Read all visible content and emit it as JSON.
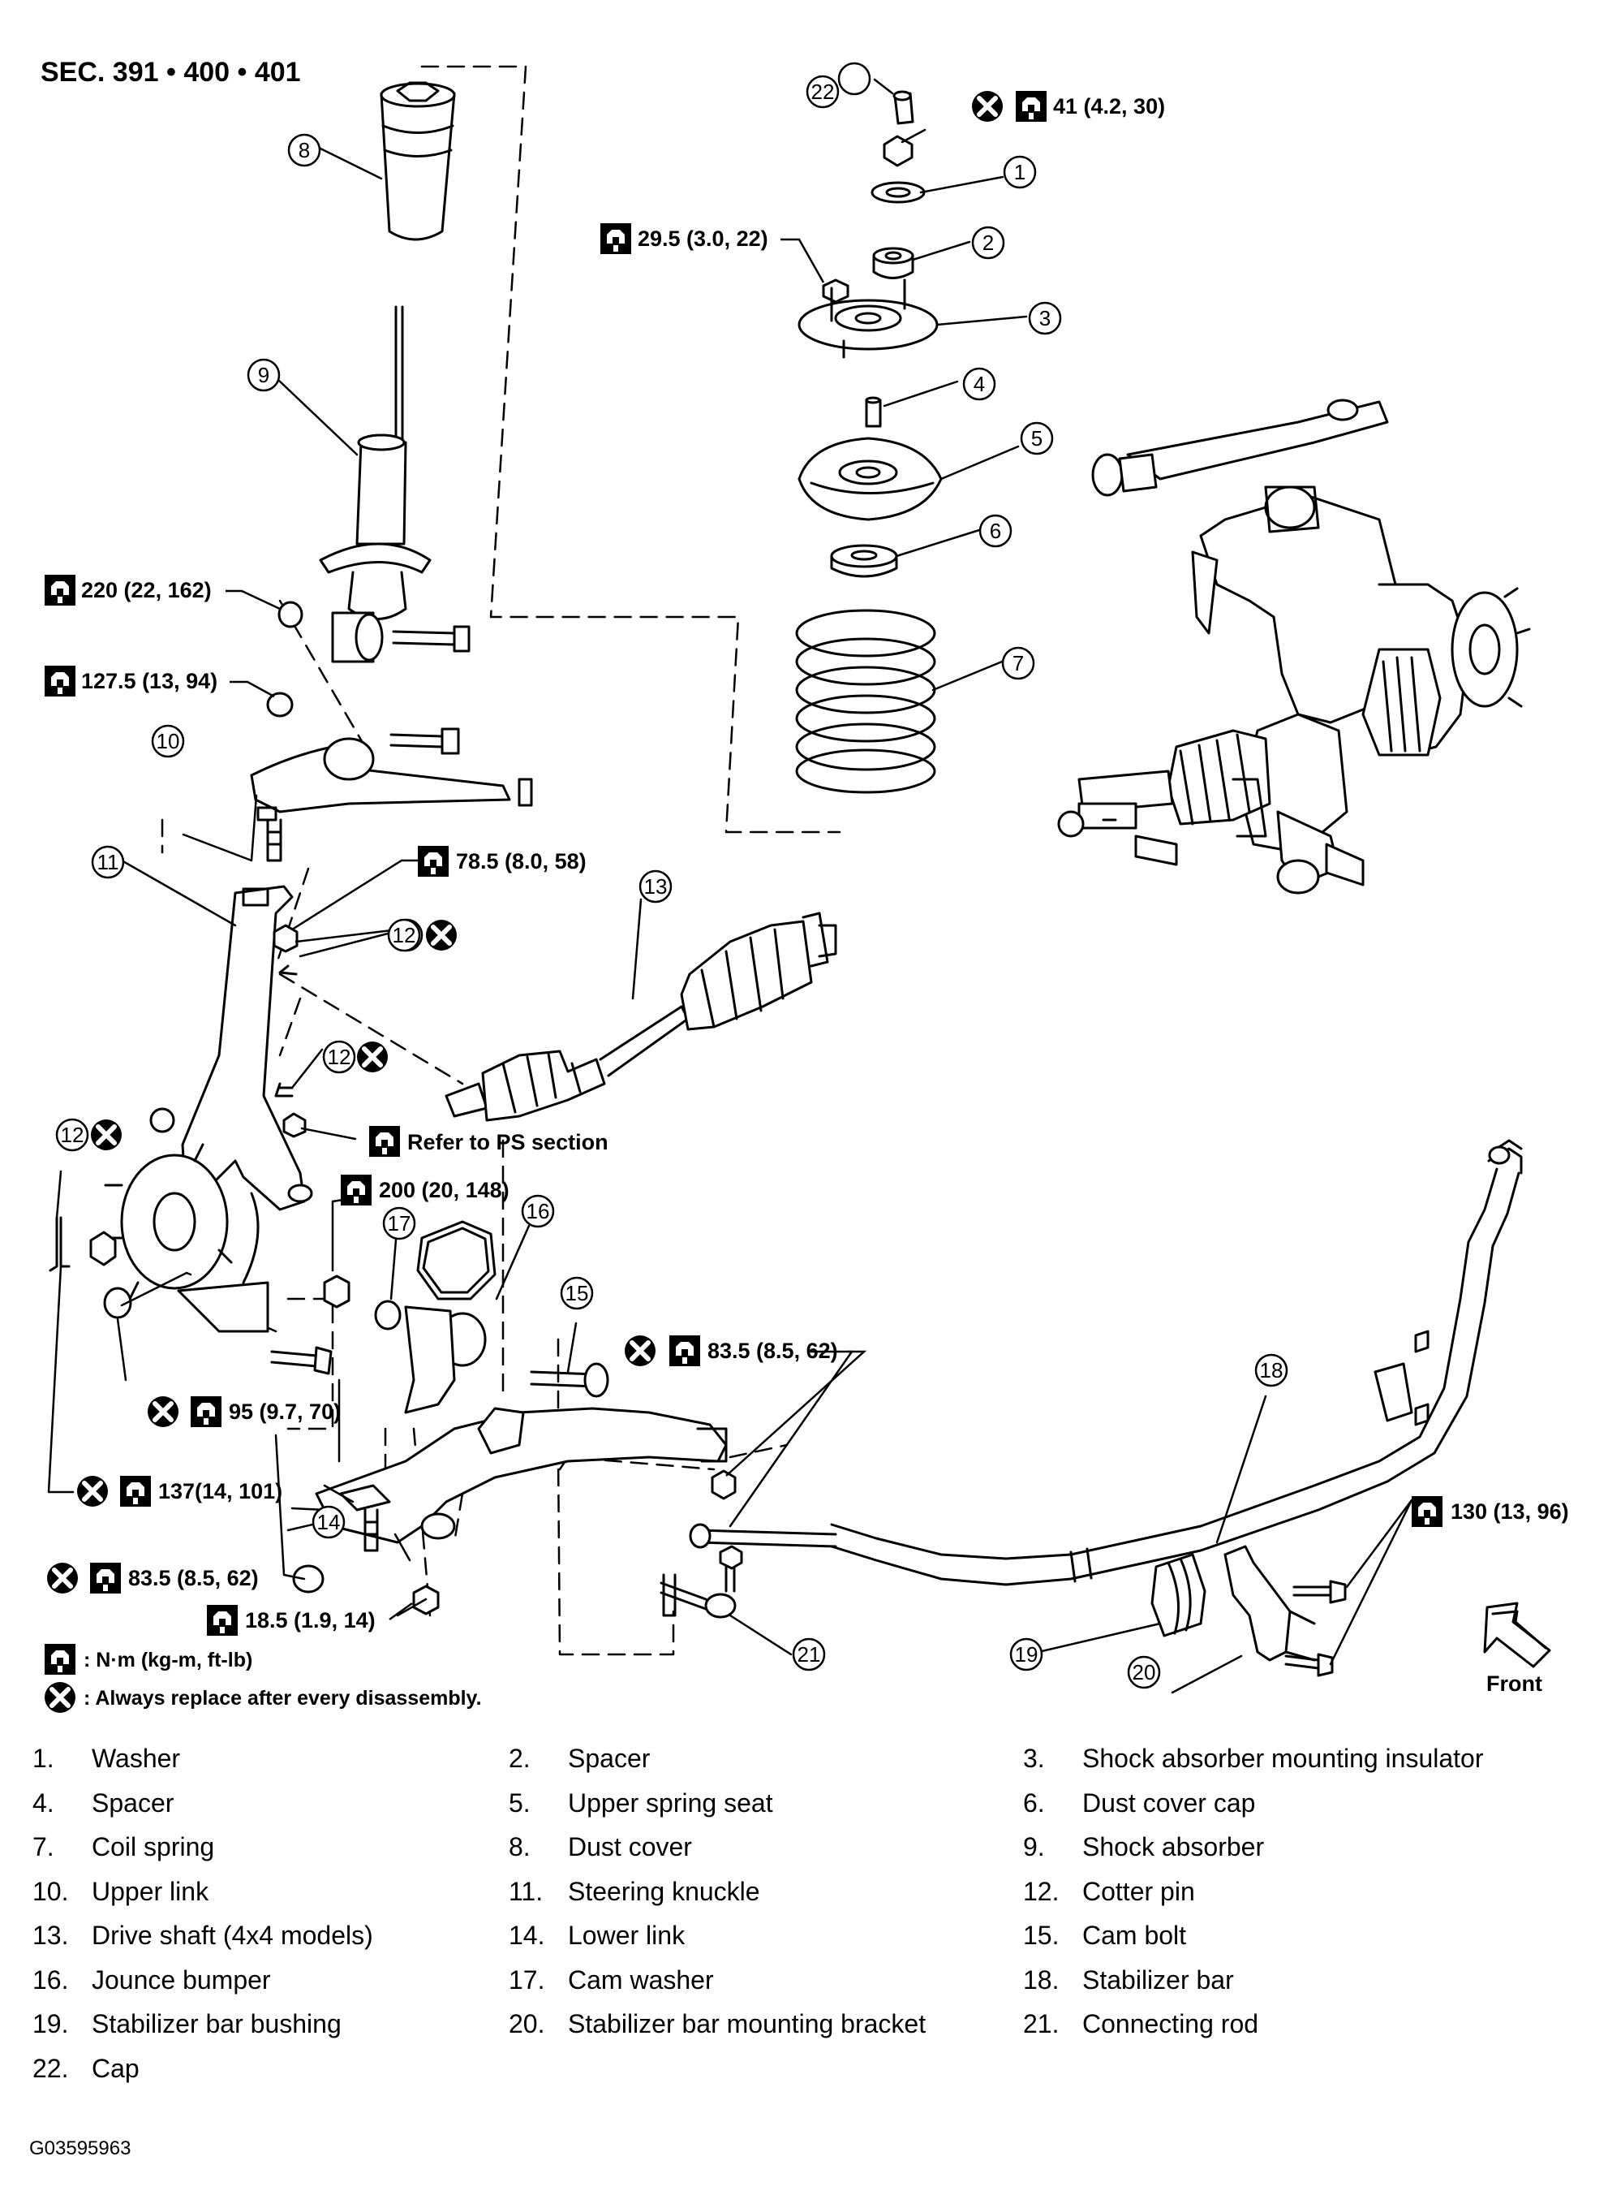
{
  "section_title": "SEC. 391 • 400 • 401",
  "figure_code": "G03595963",
  "callouts": [
    "1",
    "2",
    "3",
    "4",
    "5",
    "6",
    "7",
    "8",
    "9",
    "10",
    "11",
    "12",
    "12",
    "12",
    "12",
    "13",
    "14",
    "15",
    "16",
    "17",
    "18",
    "19",
    "20",
    "21",
    "22"
  ],
  "torque_labels": {
    "t41": "41 (4.2, 30)",
    "t29": "29.5 (3.0, 22)",
    "t220": "220 (22, 162)",
    "t127": "127.5 (13, 94)",
    "t78": "78.5 (8.0, 58)",
    "tps": "Refer to PS section",
    "t200": "200 (20, 148)",
    "t83a": "83.5 (8.5, 62)",
    "t95": "95 (9.7, 70)",
    "t137": "137(14, 101)",
    "t83b": "83.5 (8.5, 62)",
    "t18": "18.5 (1.9, 14)",
    "t130": "130 (13, 96)"
  },
  "key": {
    "torque_unit": ": N·m (kg-m, ft-lb)",
    "replace": ": Always replace after every disassembly."
  },
  "front_label": "Front",
  "legend": [
    {
      "num": "1.",
      "name": "Washer"
    },
    {
      "num": "2.",
      "name": "Spacer"
    },
    {
      "num": "3.",
      "name": "Shock absorber mounting insulator"
    },
    {
      "num": "4.",
      "name": "Spacer"
    },
    {
      "num": "5.",
      "name": "Upper spring seat"
    },
    {
      "num": "6.",
      "name": "Dust cover cap"
    },
    {
      "num": "7.",
      "name": "Coil spring"
    },
    {
      "num": "8.",
      "name": "Dust cover"
    },
    {
      "num": "9.",
      "name": "Shock absorber"
    },
    {
      "num": "10.",
      "name": "Upper link"
    },
    {
      "num": "11.",
      "name": "Steering knuckle"
    },
    {
      "num": "12.",
      "name": "Cotter pin"
    },
    {
      "num": "13.",
      "name": "Drive shaft (4x4 models)"
    },
    {
      "num": "14.",
      "name": "Lower link"
    },
    {
      "num": "15.",
      "name": "Cam bolt"
    },
    {
      "num": "16.",
      "name": "Jounce bumper"
    },
    {
      "num": "17.",
      "name": "Cam washer"
    },
    {
      "num": "18.",
      "name": "Stabilizer bar"
    },
    {
      "num": "19.",
      "name": "Stabilizer bar bushing"
    },
    {
      "num": "20.",
      "name": "Stabilizer bar mounting bracket"
    },
    {
      "num": "21.",
      "name": "Connecting rod"
    },
    {
      "num": "22.",
      "name": "Cap"
    }
  ],
  "colors": {
    "ink": "#000000",
    "paper": "#ffffff"
  },
  "icons": [
    "torque-wrench-icon",
    "replace-x-icon",
    "front-arrow-icon"
  ]
}
